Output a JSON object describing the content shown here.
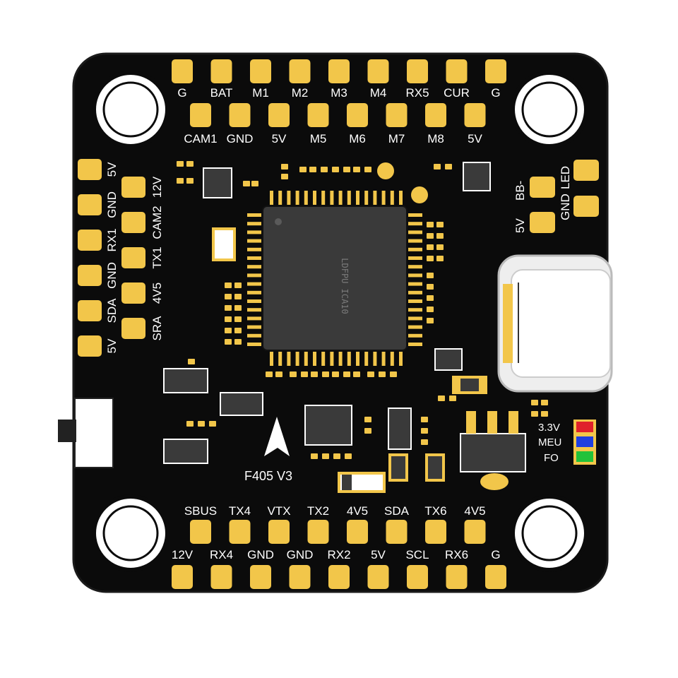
{
  "board": {
    "model_label": "F405 V3",
    "chip_marking": "LDFPU ICA10",
    "top_row1": [
      "G",
      "BAT",
      "M1",
      "M2",
      "M3",
      "M4",
      "RX5",
      "CUR",
      "G"
    ],
    "top_row2": [
      "CAM1",
      "GND",
      "5V",
      "M5",
      "M6",
      "M7",
      "M8",
      "5V"
    ],
    "left_col_outer": [
      "5V",
      "GND",
      "RX1",
      "GND",
      "SDA",
      "5V"
    ],
    "left_col_inner": [
      "12V",
      "CAM2",
      "TX1",
      "4V5",
      "SRA"
    ],
    "right_pads": [
      "BB-",
      "LED",
      "5V",
      "GND"
    ],
    "bottom_row1": [
      "SBUS",
      "TX4",
      "VTX",
      "TX2",
      "4V5",
      "SDA",
      "TX6",
      "4V5"
    ],
    "bottom_row2": [
      "12V",
      "RX4",
      "GND",
      "GND",
      "RX2",
      "5V",
      "SCL",
      "RX6",
      "G"
    ],
    "status_leds": [
      {
        "label": "3.3V",
        "color": "#e0212b"
      },
      {
        "label": "MEU",
        "color": "#1f3fe0"
      },
      {
        "label": "FO",
        "color": "#22c23a"
      }
    ],
    "colors": {
      "pcb": "#0b0b0b",
      "pad": "#f2c64a",
      "silkscreen": "#ffffff",
      "chip": "#3a3a3a",
      "usb_shell": "#eeeeee"
    }
  }
}
